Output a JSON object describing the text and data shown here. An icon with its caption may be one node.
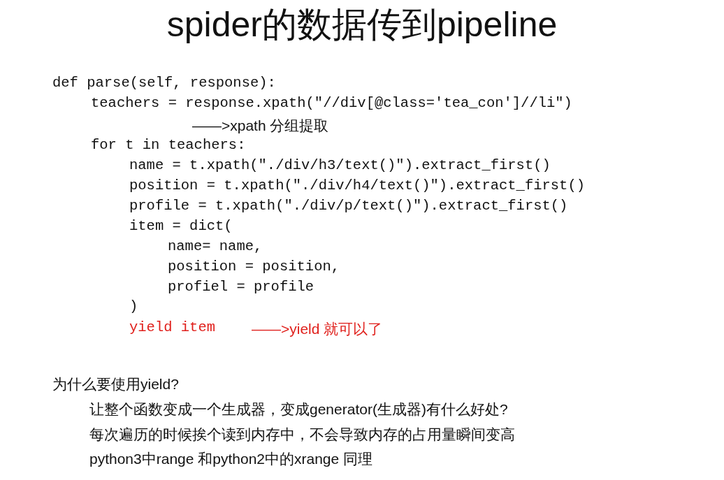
{
  "diagram": {
    "title": "spider的数据传到pipeline",
    "labels": [
      "def parse(self, response):",
      "teachers = response.xpath(\"//div[@class='tea_con']//li\")",
      "——>xpath 分组提取",
      "for t in teachers:",
      "name = t.xpath(\"./div/h3/text()\").extract_first()",
      "position = t.xpath(\"./div/h4/text()\").extract_first()",
      "profile = t.xpath(\"./div/p/text()\").extract_first()",
      "item = dict(",
      "name= name,",
      "position = position,",
      "profiel = profile",
      ")",
      "yield item",
      "——>yield 就可以了",
      "为什么要使用yield?",
      "让整个函数变成一个生成器，变成generator(生成器)有什么好处?",
      "每次遍历的时候挨个读到内存中，不会导致内存的占用量瞬间变高",
      "python3中range 和python2中的xrange 同理"
    ]
  }
}
